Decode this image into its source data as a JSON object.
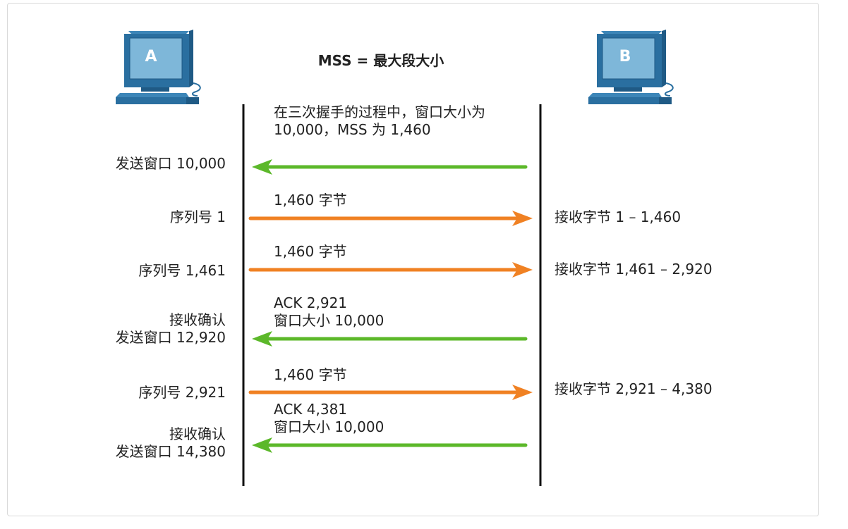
{
  "title": "MSS = 最大段大小",
  "host_a": {
    "label": "A"
  },
  "host_b": {
    "label": "B"
  },
  "colors": {
    "pc_body": "#2a6fa0",
    "pc_screen": "#7eb7d9",
    "ack_arrow": "#5cb82a",
    "data_arrow": "#f08123",
    "line": "#111111"
  },
  "steps": [
    {
      "kind": "ack",
      "note_lines": [
        "在三次握手的过程中，窗口大小为",
        "10,000，MSS 为 1,460"
      ],
      "left_lines": [
        "发送窗口 10,000"
      ],
      "right_lines": []
    },
    {
      "kind": "data",
      "note_lines": [
        "1,460 字节"
      ],
      "left_lines": [
        "序列号 1"
      ],
      "right_lines": [
        "接收字节 1 – 1,460"
      ]
    },
    {
      "kind": "data",
      "note_lines": [
        "1,460 字节"
      ],
      "left_lines": [
        "序列号 1,461"
      ],
      "right_lines": [
        "接收字节 1,461 – 2,920"
      ]
    },
    {
      "kind": "ack",
      "note_lines": [
        "ACK 2,921",
        "窗口大小 10,000"
      ],
      "left_lines": [
        "接收确认",
        "发送窗口 12,920"
      ],
      "right_lines": []
    },
    {
      "kind": "data",
      "note_lines": [
        "1,460 字节"
      ],
      "left_lines": [
        "序列号 2,921"
      ],
      "right_lines": [
        "接收字节 2,921 – 4,380"
      ]
    },
    {
      "kind": "ack",
      "note_lines": [
        "ACK 4,381",
        "窗口大小 10,000"
      ],
      "left_lines": [
        "接收确认",
        "发送窗口 14,380"
      ],
      "right_lines": []
    }
  ]
}
